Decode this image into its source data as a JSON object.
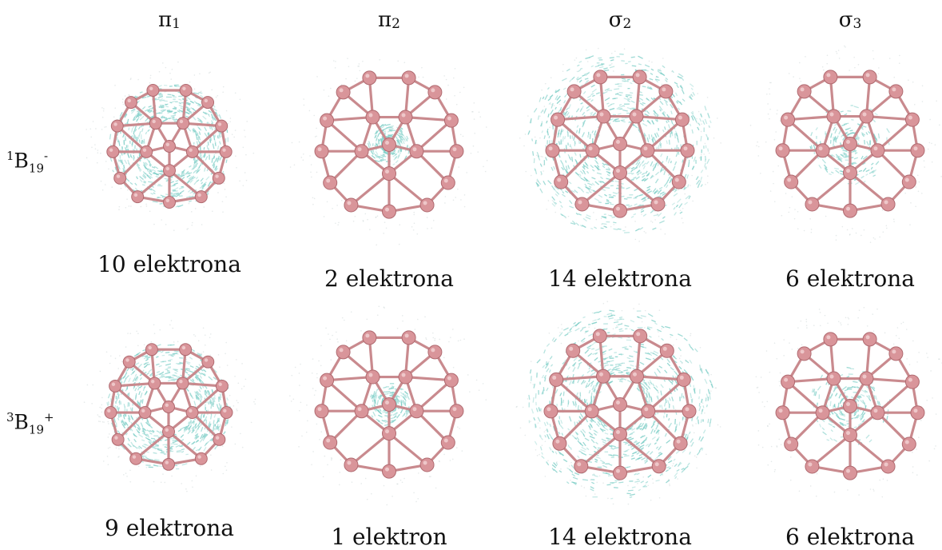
{
  "columns": [
    {
      "symbol": "π",
      "subscript": "1"
    },
    {
      "symbol": "π",
      "subscript": "2"
    },
    {
      "symbol": "σ",
      "subscript": "2"
    },
    {
      "symbol": "σ",
      "subscript": "3"
    }
  ],
  "rows": [
    {
      "pre_sup": "1",
      "base": "B",
      "sub": "19",
      "post_sup": "-",
      "captions": [
        "10 elektrona",
        "2 elektrona",
        "14 elektrona",
        "6 elektrona"
      ]
    },
    {
      "pre_sup": "3",
      "base": "B",
      "sub": "19",
      "post_sup": "+",
      "captions": [
        "9 elektrona",
        "1 elektron",
        "14 elektrona",
        "6 elektrona"
      ]
    }
  ],
  "colors": {
    "atom": "#d9959a",
    "atom_edge": "#b06a70",
    "bond": "#c98a8e",
    "current": "#7fcfc8"
  }
}
